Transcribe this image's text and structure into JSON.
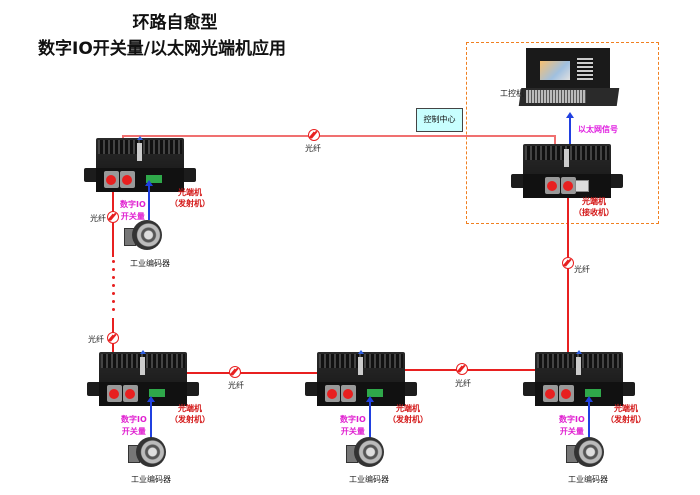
{
  "title": {
    "line1": "环路自愈型",
    "line2": "数字IO开关量/以太网光端机应用"
  },
  "control_center": {
    "label": "控制中心"
  },
  "industrial_pc": {
    "label": "工控机"
  },
  "ethernet_signal": {
    "label": "以太网信号"
  },
  "fiber_label": "光纤",
  "receiver": {
    "line1": "光端机",
    "line2": "（接收机）"
  },
  "transmitter": {
    "line1": "光端机",
    "line2": "（发射机）"
  },
  "io_signal": {
    "line1": "数字IO",
    "line2": "开关量"
  },
  "encoder_label": "工业编码器",
  "colors": {
    "fiber": "#e82020",
    "io_arrow": "#2040e0",
    "dashed_box": "#f08020",
    "control_center_bg": "#c8ffff",
    "io_text": "#e020d0"
  },
  "nodes": [
    {
      "id": "top-left-transmitter",
      "type": "transmitter"
    },
    {
      "id": "bottom-left-transmitter",
      "type": "transmitter"
    },
    {
      "id": "bottom-middle-transmitter",
      "type": "transmitter"
    },
    {
      "id": "bottom-right-transmitter",
      "type": "transmitter"
    },
    {
      "id": "receiver",
      "type": "receiver"
    }
  ]
}
